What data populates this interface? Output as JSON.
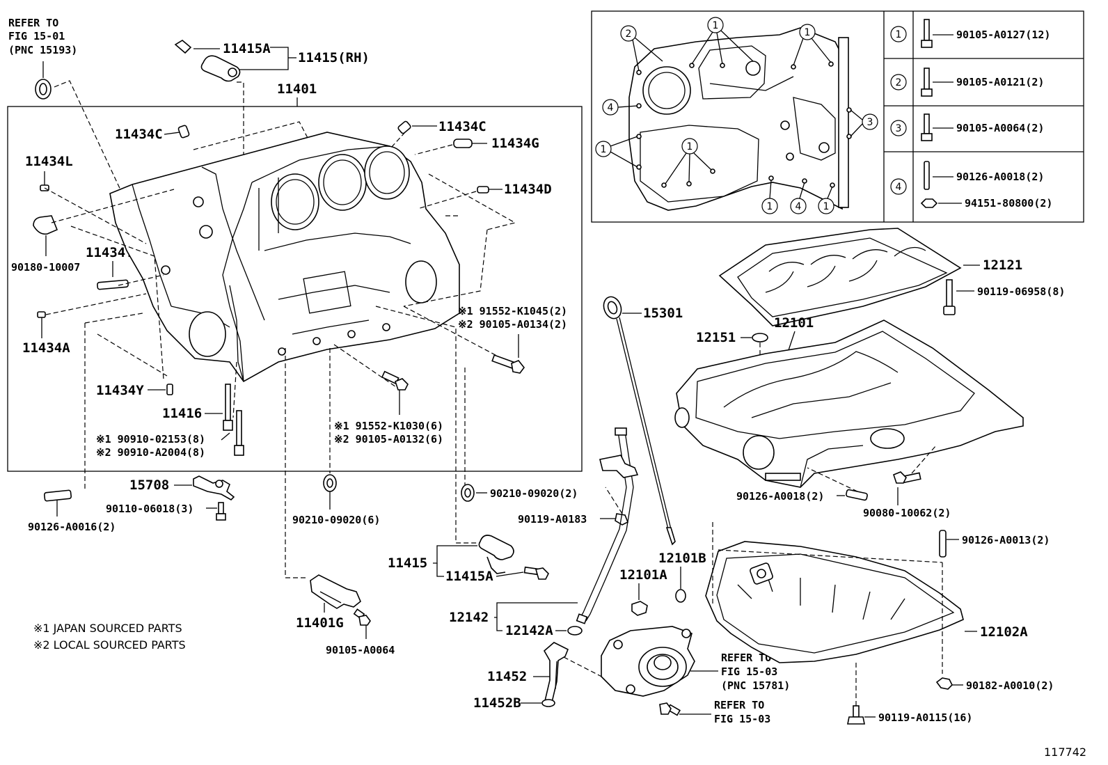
{
  "refs": {
    "top_left": [
      "REFER TO",
      "FIG 15-01",
      "(PNC 15193)"
    ],
    "oil_filter": [
      "REFER TO",
      "FIG 15-03",
      "(PNC 15781)"
    ],
    "bottom": [
      "REFER TO",
      "FIG 15-03"
    ]
  },
  "labels": {
    "p11415A_top": "11415A",
    "p11415RH": "11415(RH)",
    "p11401": "11401",
    "p11434C_l": "11434C",
    "p11434C_r": "11434C",
    "p11434G": "11434G",
    "p11434L": "11434L",
    "p11434D": "11434D",
    "p90180": "90180-10007",
    "p11434T": "11434T",
    "p11434A": "11434A",
    "p11434Y": "11434Y",
    "p11416": "11416",
    "p90910_1": "※1 90910-02153(8)",
    "p90910_2": "※2 90910-A2004(8)",
    "p91552_k1045": "※1 91552-K1045(2)",
    "p90105_a0134": "※2 90105-A0134(2)",
    "p91552_k1030": "※1 91552-K1030(6)",
    "p90105_a0132": "※2 90105-A0132(6)",
    "p15708": "15708",
    "p90110": "90110-06018(3)",
    "p90126_a0016": "90126-A0016(2)",
    "p90210_6": "90210-09020(6)",
    "p90210_2": "90210-09020(2)",
    "p90119_a0183": "90119-A0183",
    "p11415": "11415",
    "p11415A_bot": "11415A",
    "p11401G": "11401G",
    "p90105_a0064": "90105-A0064",
    "p15301": "15301",
    "p12151": "12151",
    "p12101": "12101",
    "p12121": "12121",
    "p90119_06958": "90119-06958(8)",
    "p90126_a0018": "90126-A0018(2)",
    "p90080": "90080-10062(2)",
    "p12101B": "12101B",
    "p12101A": "12101A",
    "p90126_a0013": "90126-A0013(2)",
    "p12142": "12142",
    "p12142A": "12142A",
    "p12102A": "12102A",
    "p11452": "11452",
    "p11452B": "11452B",
    "p90182": "90182-A0010(2)",
    "p90119_a0115": "90119-A0115(16)",
    "note1": "※1 JAPAN SOURCED PARTS",
    "note2": "※2 LOCAL SOURCED PARTS",
    "fig_no": "117742"
  },
  "bolt_table": [
    {
      "num": "1",
      "parts": [
        "90105-A0127(12)"
      ]
    },
    {
      "num": "2",
      "parts": [
        "90105-A0121(2)"
      ]
    },
    {
      "num": "3",
      "parts": [
        "90105-A0064(2)"
      ]
    },
    {
      "num": "4",
      "parts": [
        "90126-A0018(2)",
        "94151-80800(2)"
      ]
    }
  ],
  "inset_callouts": [
    "2",
    "1",
    "1",
    "4",
    "1",
    "1",
    "3",
    "1",
    "4",
    "1"
  ]
}
